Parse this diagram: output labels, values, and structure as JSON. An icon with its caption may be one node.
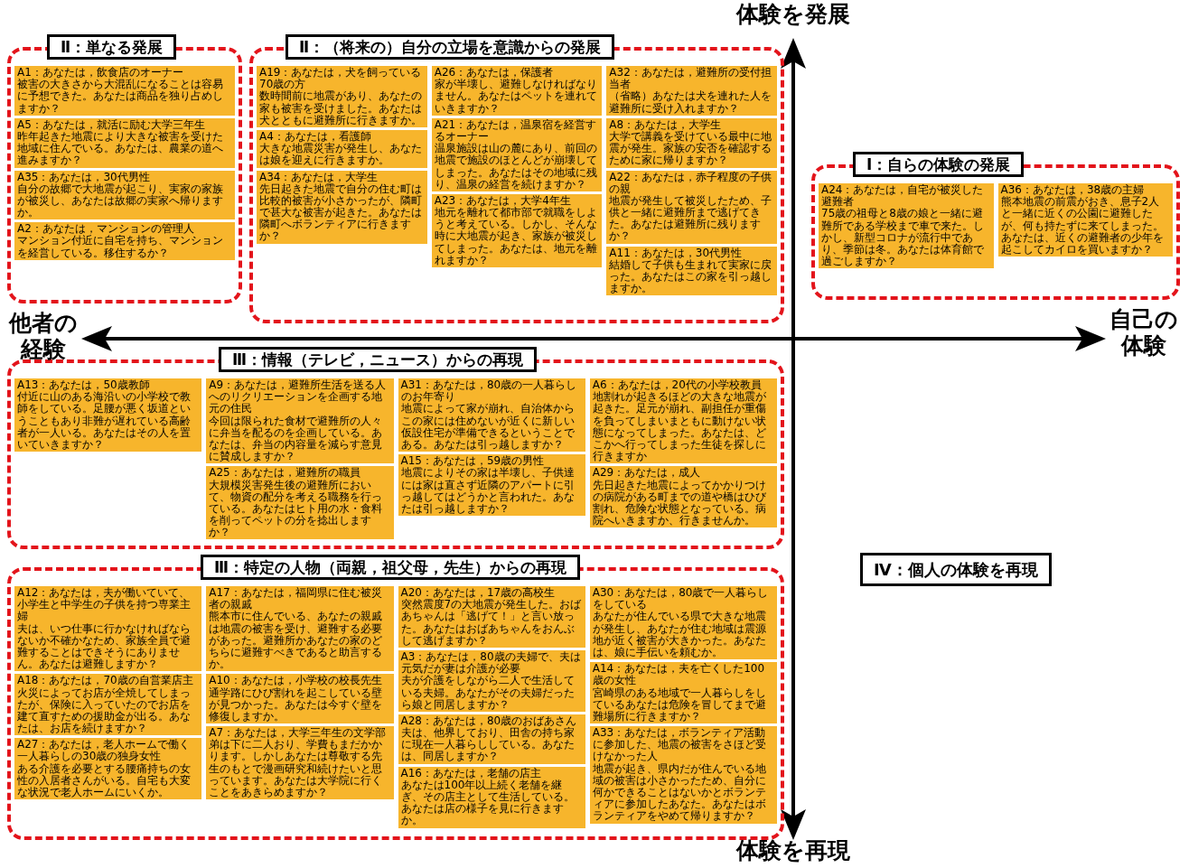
{
  "diagram": {
    "nodes": [
      {
        "text": [
          "Ⅱ：単なる発展"
        ]
      },
      {
        "text": [
          "A1：あなたは，飲食店のオーナー",
          "被害の大きさから大混乱になることは容易に予想できた。あなたは商品を独り占めしますか？"
        ],
        "in": 0
      },
      {
        "text": [
          "A5：あなたは，就活に励む大学三年生",
          "昨年起きた地震により大きな被害を受けた地域に住んでいる。あなたは、農業の道へ進みますか？"
        ],
        "in": 0
      },
      {
        "text": [
          "A35：あなたは，30代男性",
          "自分の故郷で大地震が起こり、実家の家族が被災し、あなたは故郷の実家へ帰りますか。"
        ],
        "in": 0
      },
      {
        "text": [
          "A2：あなたは，マンションの管理人",
          "マンション付近に自宅を持ち、マンションを経営している。移住するか？"
        ],
        "in": 0
      },
      {
        "text": [
          "Ⅱ：（将来の）自分の立場を意識からの発展"
        ]
      },
      {
        "text": [
          "A19：あなたは，犬を飼っている70歳の方",
          "数時間前に地震があり、あなたの家も被害を受けました。あなたは犬とともに避難所に行きますか。"
        ],
        "in": 5
      },
      {
        "text": [
          "A32：あなたは，避難所の受付担当者",
          "（省略）あなたは犬を連れた人を避難所に受け入れますか？"
        ],
        "in": 5
      },
      {
        "text": [
          "A4：あなたは，看護師",
          "大きな地震災害が発生し、あなたは娘を迎えに行きますか。"
        ],
        "in": 5
      },
      {
        "text": [
          "A26：あなたは，保護者",
          "家が半壊し、避難しなければなりません。あなたはペットを連れていきますか？"
        ],
        "in": 5
      },
      {
        "text": [
          "A8：あなたは，大学生",
          "大学で講義を受けている最中に地震が発生。家族の安否を確認するために家に帰りますか？"
        ],
        "in": 5
      },
      {
        "text": [
          "A21：あなたは，温泉宿を経営するオーナー",
          "温泉施設は山の麓にあり、前回の地震で施設のほとんどが崩壊してしまった。あなたはその地域に残り、温泉の経営を続けますか？"
        ],
        "in": 5
      },
      {
        "text": [
          "A22：あなたは，赤子程度の子供の親",
          "地震が発生して被災したため、子供と一緒に避難所まで逃げてきた。あなたは避難所に残りますか？"
        ],
        "in": 5
      },
      {
        "text": [
          "A34：あなたは，大学生",
          "先日起きた地震で自分の住む町は比較的被害が小さかったが、隣町で甚大な被害が起きた。あなたは隣町へボランティアに行きますか？"
        ],
        "in": 5
      },
      {
        "text": [
          "A23：あなたは，大学4年生",
          "地元を離れて都市部で就職をしようと考えている。しかし、そんな時に大地震が起き、家族が被災してしまった。あなたは、地元を離れますか？"
        ],
        "in": 5
      },
      {
        "text": [
          "A11：あなたは，30代男性",
          "結婚して子供も生まれて実家に戻った。あなたはこの家を引っ越しますか。"
        ],
        "in": 5
      },
      {
        "text": [
          "Ⅰ：自らの体験の発展"
        ]
      },
      {
        "text": [
          "A24：あなたは，自宅が被災した避難者",
          "75歳の祖母と8歳の娘と一緒に避難所である学校まで車で来た。しかし、新型コロナが流行中であり、季節は冬。あなたは体育館で過ごしますか？"
        ],
        "in": 16
      },
      {
        "text": [
          "A36：あなたは，38歳の主婦",
          "熊本地震の前震がおき、息子2人と一緒に近くの公園に避難したが、何も持たずに来てしまった。あなたは、近くの避難者の少年を起こしてカイロを買いますか？"
        ],
        "in": 16
      },
      {
        "text": [
          "Ⅲ：情報（テレビ，ニュース）からの再現"
        ]
      },
      {
        "text": [
          "A13：あなたは，50歳教師",
          "付近に山のある海沿いの小学校で教師をしている。足腰が悪く坂道ということもあり非難が遅れている高齢者が一人いる。あなたはその人を置いていきますか？"
        ],
        "in": 19
      },
      {
        "text": [
          "A9：あなたは，避難所生活を送る人へのリクリエーションを企画する地元の住民",
          "今回は限られた食材で避難所の人々に弁当を配るのを企画している。あなたは、弁当の内容量を減らす意見に賛成しますか？"
        ],
        "in": 19
      },
      {
        "text": [
          "A31：あなたは，80歳の一人暮らしのお年寄り",
          "地震によって家が崩れ、自治体からこの家には住めないが近くに新しい仮設住宅が準備できるということである。あなたは引っ越しますか？"
        ],
        "in": 19
      },
      {
        "text": [
          "A6：あなたは，20代の小学校教員",
          "地割れが起きるほどの大きな地震が起きた。足元が崩れ、副担任が重傷を負ってしまいまともに動けない状態になってしまった。あなたは、どこかへ行ってしまった生徒を探しに行きますか"
        ],
        "in": 19
      },
      {
        "text": [
          "A25：あなたは，避難所の職員",
          "大規模災害発生後の避難所において、物資の配分を考える職務を行っている。あなたはヒト用の水・食料を削ってペットの分を捻出しますか？"
        ],
        "in": 19
      },
      {
        "text": [
          "A15：あなたは，59歳の男性",
          "地震によりその家は半壊し、子供達には家は直さず近隣のアパートに引っ越してはどうかと言われた。あなたは引っ越しますか？"
        ],
        "in": 19
      },
      {
        "text": [
          "A29：あなたは，成人",
          "先日起きた地震によってかかりつけの病院がある町までの道や橋はひび割れ、危険な状態となっている。病院へいきますか、行きませんか。"
        ],
        "in": 19
      },
      {
        "text": [
          "Ⅲ：特定の人物（両親，祖父母，先生）からの再現"
        ]
      },
      {
        "text": [
          "A12：あなたは，夫が働いていて、小学生と中学生の子供を持つ専業主婦",
          "夫は、いつ仕事に行かなければならないか不確かなため、家族全員で避難することはできそうにありません。あなたは避難しますか？"
        ],
        "in": 27
      },
      {
        "text": [
          "A18：あなたは，70歳の自営業店主",
          "火災によってお店が全焼してしまったが、保険に入っていたのでお店を建て直すための援助金が出る。あなたは、お店を続けますか？"
        ],
        "in": 27
      },
      {
        "text": [
          "A17：あなたは，福岡県に住む被災者の親戚",
          "熊本市に住んでいる、あなたの親戚は地震の被害を受け、避難する必要があった。避難所かあなたの家のどちらに避難すべきであると助言するか。"
        ],
        "in": 27
      },
      {
        "text": [
          "A10：あなたは，小学校の校長先生",
          "通学路にひび割れを起こしている壁が見つかった。あなたは今すぐ壁を修復しますか。"
        ],
        "in": 27
      },
      {
        "text": [
          "A7：あなたは，大学三年生の文学部",
          "弟は下に二人おり、学費もまだかかります。しかしあなたは尊敬する先生のもとで漫画研究和続けたいと思っています。あなたは大学院に行くことをあきらめますか？"
        ],
        "in": 27
      },
      {
        "text": [
          "A20：あなたは，17歳の高校生",
          "突然震度7の大地震が発生した。おばあちゃんは「逃げて！」と言い放った。あなたはおばあちゃんをおんぶして逃げますか？"
        ],
        "in": 27
      },
      {
        "text": [
          "A3：あなたは，80歳の夫婦で、夫は元気だが妻は介護が必要",
          "夫が介護をしながら二人で生活している夫婦。あなたがその夫婦だったら娘と同居しますか？"
        ],
        "in": 27
      },
      {
        "text": [
          "A28：あなたは，80歳のおばあさん",
          "夫は、他界しており、田舎の持ち家に現在一人暮らししている。あなたは、同居しますか？"
        ],
        "in": 27
      },
      {
        "text": [
          "A16：あなたは，老舗の店主",
          "あなたは100年以上続く老舗を継ぎ、その店主として生活している。あなたは店の様子を見に行きますか。"
        ],
        "in": 27
      },
      {
        "text": [
          "A30：あなたは，80歳で一人暮らしをしている",
          "あなたが住んでいる県で大きな地震が発生し、あなたが住む地域は震源地が近く被害が大きかった。あなたは、娘に手伝いを頼むか。"
        ],
        "in": 27
      },
      {
        "text": [
          "A14：あなたは，夫を亡くした100歳の女性",
          "宮崎県のある地域で一人暮らしをしているあなたは危険を冒してまで避難場所に行きますか？"
        ],
        "in": 27
      },
      {
        "text": [
          "A27：あなたは，老人ホームで働く一人暮らしの30歳の独身女性",
          "ある介護を必要とする腰痛持ちの女性の入居者さんがいる。自宅も大変な状況で老人ホームにいくか。"
        ],
        "in": 27
      },
      {
        "text": [
          "A33：あなたは，ボランティア活動に参加した、地震の被害をさほど受けなかった人",
          "地震が起き、県内だが住んでいる地域の被害は小さかったため、自分に何かできることはないかとボランティアに参加したあなた。あなたはボランティアをやめて帰りますか？"
        ],
        "in": 27
      },
      {
        "text": [
          "Ⅳ：個人の体験を再現"
        ]
      }
    ],
    "labels": [
      "体験を発展",
      "他者の経験",
      "自己の体験",
      "体験を再現"
    ]
  }
}
